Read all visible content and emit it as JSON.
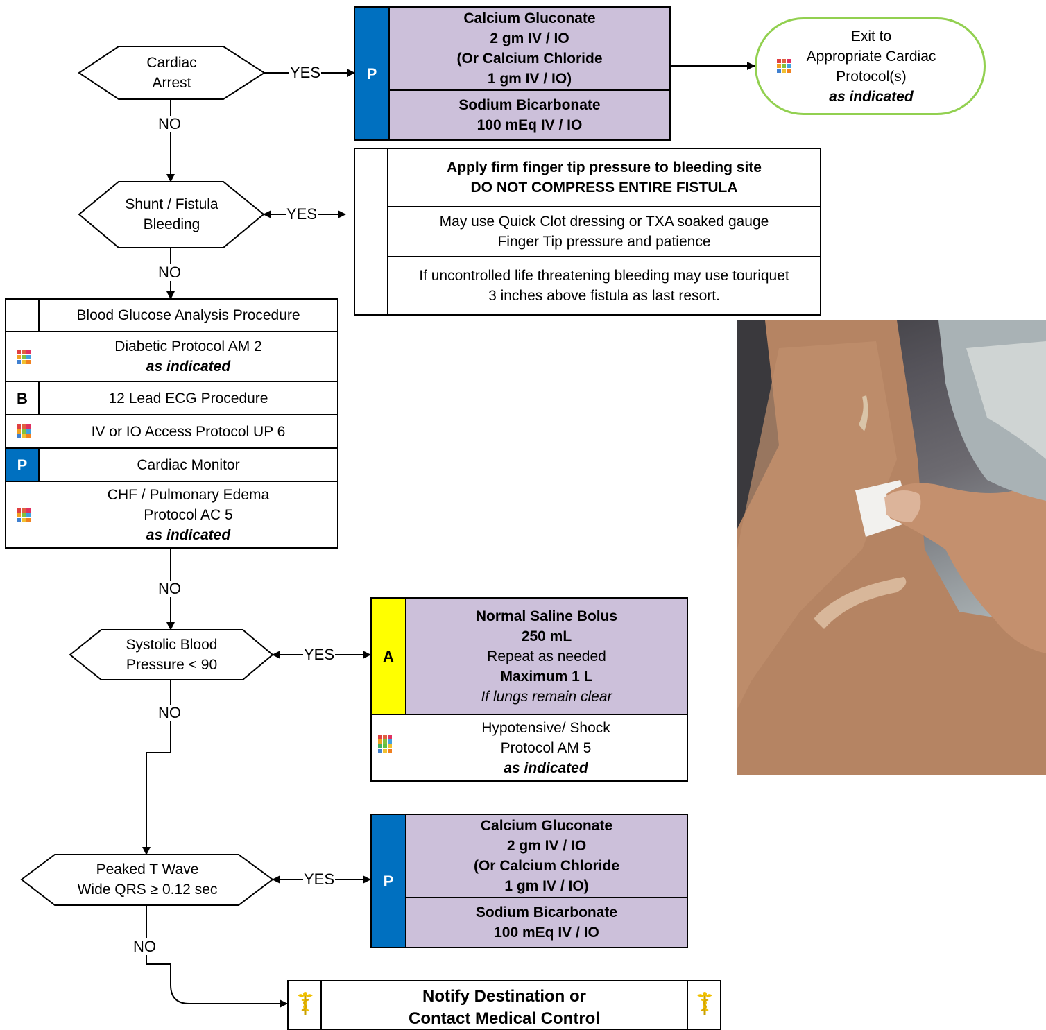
{
  "decisions": {
    "cardiac_arrest": "Cardiac\nArrest",
    "shunt_bleeding": "Shunt / Fistula\nBleeding",
    "systolic_bp": "Systolic Blood\nPressure < 90",
    "peaked_t": "Peaked T Wave\nWide QRS ≥ 0.12 sec"
  },
  "edge_labels": {
    "yes": "YES",
    "no": "NO"
  },
  "cardiac_arrest_box": {
    "level": "P",
    "row1_line1": "Calcium Gluconate",
    "row1_line2": "2 gm IV / IO",
    "row1_line3": "(Or Calcium Chloride",
    "row1_line4": "1 gm IV / IO)",
    "row2_line1": "Sodium Bicarbonate",
    "row2_line2": "100 mEq IV / IO"
  },
  "exit_box": {
    "line1": "Exit to",
    "line2": "Appropriate Cardiac",
    "line3": "Protocol(s)",
    "line4": "as indicated"
  },
  "bleeding_box": {
    "row1_line1": "Apply firm finger tip pressure to bleeding site",
    "row1_line2": "DO NOT COMPRESS ENTIRE FISTULA",
    "row2_line1": "May use Quick Clot dressing or TXA soaked gauge",
    "row2_line2": "Finger Tip pressure and patience",
    "row3_line1": "If uncontrolled life threatening bleeding may use touriquet",
    "row3_line2": "3 inches above fistula as last resort."
  },
  "procedures_box": {
    "blood_glucose": "Blood Glucose Analysis Procedure",
    "diabetic_line1": "Diabetic Protocol AM 2",
    "diabetic_line2": "as indicated",
    "ecg_level": "B",
    "ecg": "12 Lead ECG Procedure",
    "iv_access": "IV or IO Access Protocol UP 6",
    "monitor_level": "P",
    "monitor": "Cardiac Monitor",
    "chf_line1": "CHF / Pulmonary Edema",
    "chf_line2": "Protocol AC 5",
    "chf_line3": "as indicated"
  },
  "saline_box": {
    "level": "A",
    "line1": "Normal Saline Bolus",
    "line2": "250 mL",
    "line3": "Repeat as needed",
    "line4": "Maximum 1 L",
    "line5": "If lungs remain clear",
    "hypo_line1": "Hypotensive/ Shock",
    "hypo_line2": "Protocol AM 5",
    "hypo_line3": "as indicated"
  },
  "peaked_box": {
    "level": "P",
    "row1_line1": "Calcium Gluconate",
    "row1_line2": "2 gm IV / IO",
    "row1_line3": "(Or Calcium Chloride",
    "row1_line4": "1 gm IV / IO)",
    "row2_line1": "Sodium Bicarbonate",
    "row2_line2": "100 mEq IV / IO"
  },
  "notify_box": {
    "line1": "Notify Destination or",
    "line2": "Contact Medical Control"
  },
  "colors": {
    "paramedic": "#0070c0",
    "aemt": "#ffff00",
    "medication": "#ccc0da",
    "exit_border": "#92d050"
  },
  "icons": {
    "protocol_reference": "protocol-grid-icon",
    "medical_control": "caduceus-icon"
  }
}
